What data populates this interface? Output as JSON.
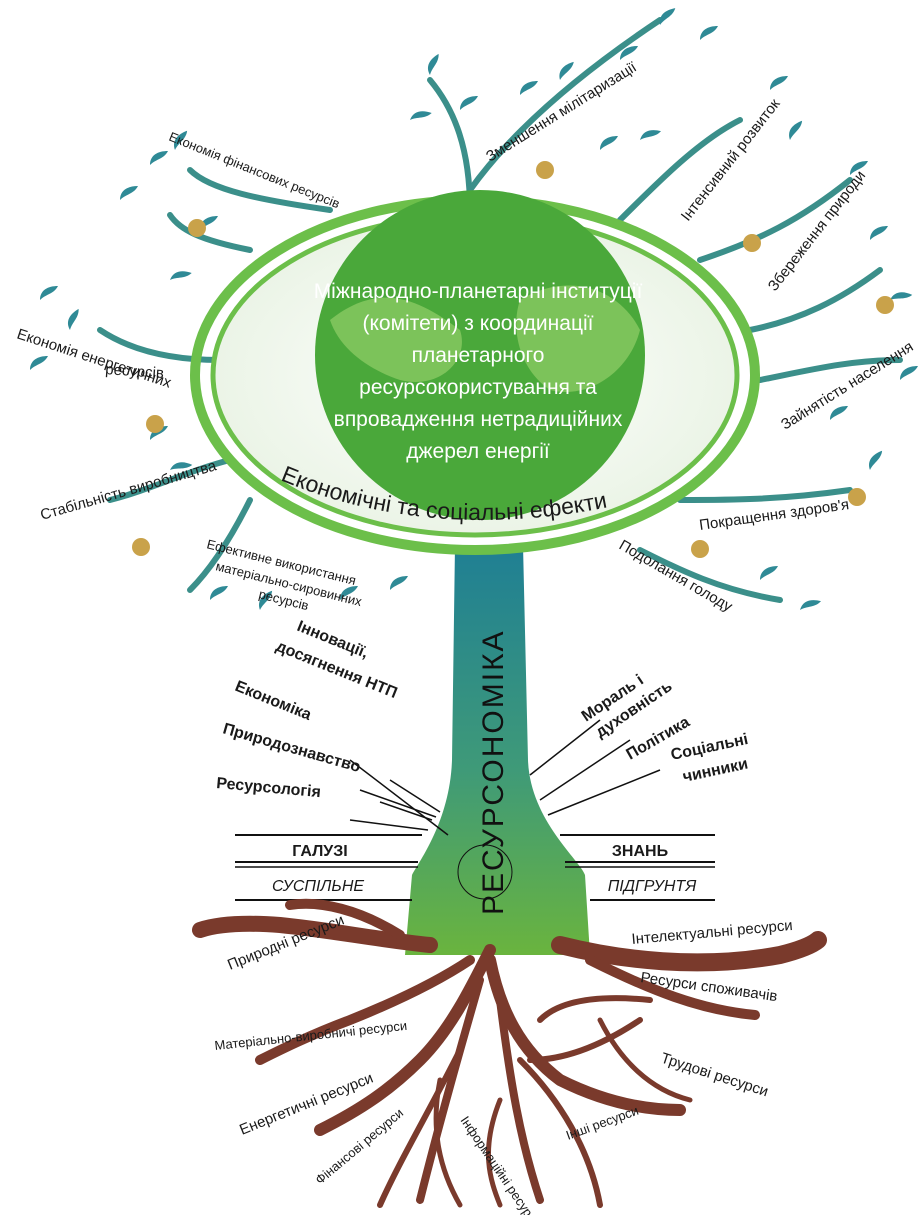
{
  "central_institutions": [
    "Міжнародно-планетарні інституції",
    "(комітети) з координації",
    "планетарного",
    "ресурсокористування та",
    "впровадження нетрадиційних",
    "джерел енергії"
  ],
  "effects_band": "Економічні та соціальні ефекти",
  "trunk_title": "РЕСУРСОНОМІКА",
  "branches": [
    "Зменшення мілітаризації",
    "Економія фінансових ресурсів",
    "Інтенсивний розвиток",
    "Збереження природи",
    "Економія енергетичних",
    "ресурсів",
    "Зайнятість населення",
    "Стабільність виробництва",
    "Покращення здоров'я",
    "Ефективне використання",
    "матеріально-сировинних",
    "ресурсів",
    "Подолання голоду"
  ],
  "knowledge_left": [
    "Інновації,",
    "досягнення НТП",
    "Економіка",
    "Природознавство",
    "Ресурсологія"
  ],
  "knowledge_right": [
    "Мораль і",
    "духовність",
    "Політика",
    "Соціальні",
    "чинники"
  ],
  "ground": {
    "left_top": "ГАЛУЗІ",
    "right_top": "ЗНАНЬ",
    "left_bottom": "СУСПІЛЬНЕ",
    "right_bottom": "ПІДГРУНТЯ"
  },
  "roots": [
    "Природні ресурси",
    "Інтелектуальні ресурси",
    "Ресурси споживачів",
    "Матеріально-виробничі ресурси",
    "Трудові ресурси",
    "Енергетичні ресурси",
    "Інші ресурси",
    "Фінансові ресурси",
    "Інформаційні ресурси"
  ],
  "colors": {
    "leaf": "#2f8a96",
    "vine": "#3b8f8a",
    "ring": "#6cbf4a",
    "trunk_top": "#1f7f94",
    "trunk_bottom": "#6ab43e",
    "root": "#7a3a2c",
    "apple": "#c9a24a"
  }
}
